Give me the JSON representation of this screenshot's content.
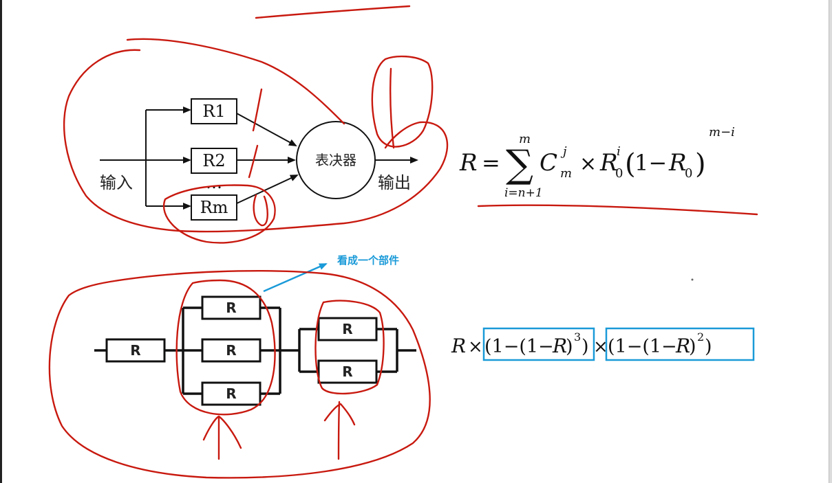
{
  "voting_system": {
    "input_label": "输入",
    "output_label": "输出",
    "voter_label": "表决器",
    "modules": [
      "R1",
      "R2",
      "Rm"
    ],
    "ellipsis": "…"
  },
  "formula_voting": {
    "lhs": "R",
    "eq": "=",
    "sum": "∑",
    "sum_upper": "m",
    "sum_lower": "i=n+1",
    "C": "C",
    "C_sup": "j",
    "C_sub": "m",
    "times": "×",
    "R0": "R",
    "R0_sup": "i",
    "R0_sub": "0",
    "paren_open": "(",
    "one_minus": "1−",
    "R0b": "R",
    "R0b_sub": "0",
    "paren_close": ")",
    "power": "m−i"
  },
  "network": {
    "resistor_label": "R",
    "annotation": "看成一个部件"
  },
  "formula_network": {
    "R": "R",
    "times1": "×",
    "box1_a": "(1−(1−",
    "box1_R": "R",
    "box1_b": ")",
    "box1_exp": "3",
    "box1_c": ")",
    "times2": "×",
    "box2_a": "(1−(1−",
    "box2_R": "R",
    "box2_b": ")",
    "box2_exp": "2",
    "box2_c": ")"
  },
  "colors": {
    "ink_red": "#c8190f",
    "highlight_blue": "#1a9ad8",
    "line_black": "#111111"
  }
}
